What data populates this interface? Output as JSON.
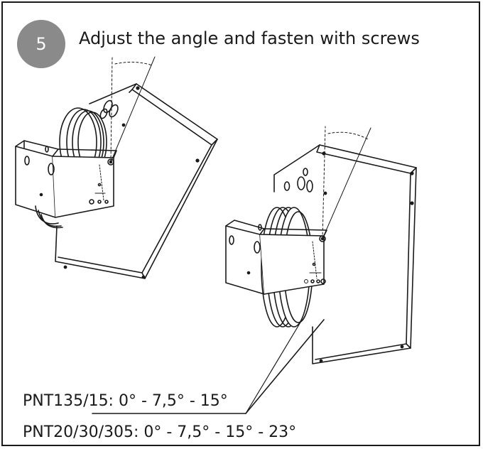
{
  "step": {
    "number": "5",
    "title": "Adjust the angle and fasten with screws"
  },
  "specs": [
    "PNT135/15: 0° - 7,5° - 15°",
    "PNT20/30/305: 0° - 7,5° - 15° - 23°"
  ],
  "colors": {
    "badge": "#8a8a8a",
    "line": "#1a1a1a"
  }
}
